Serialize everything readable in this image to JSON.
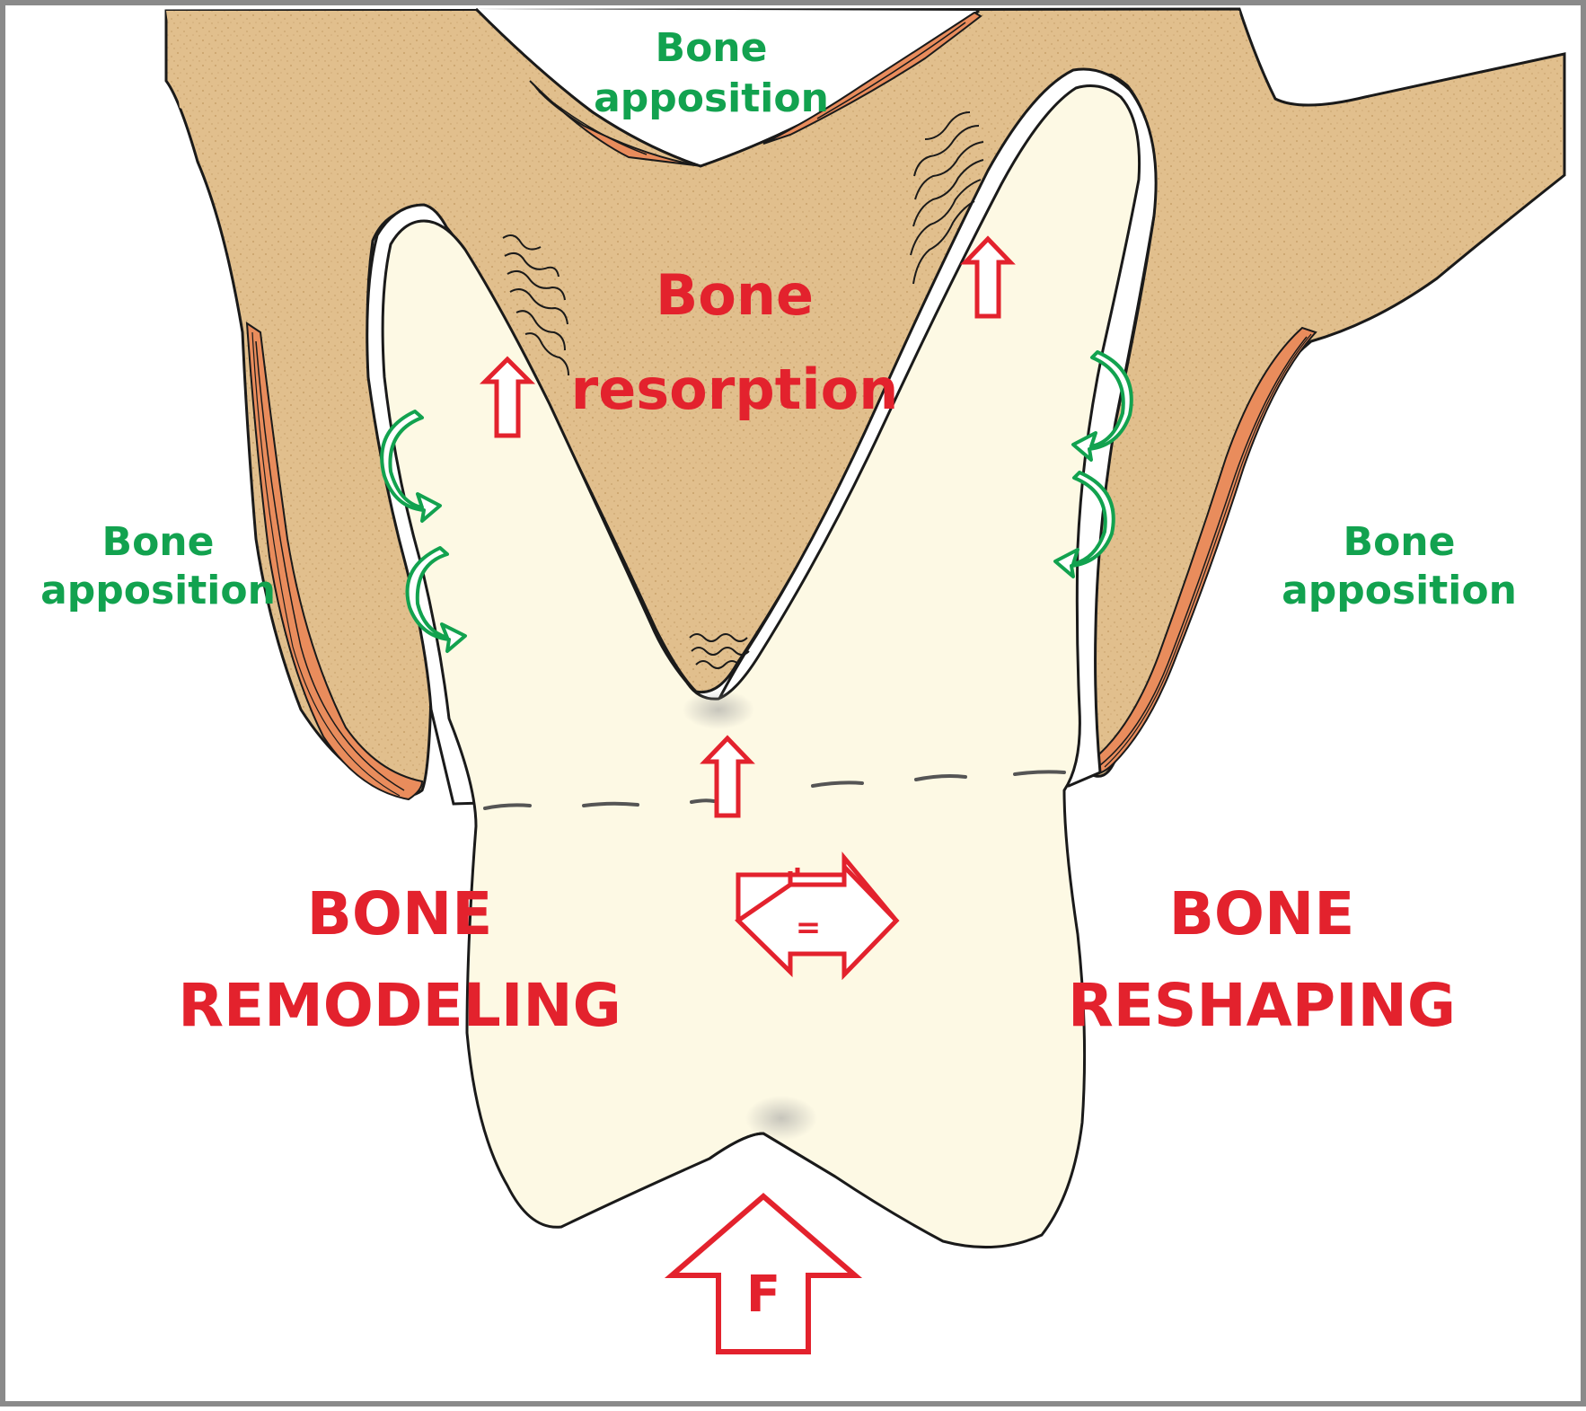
{
  "labels": {
    "apposition_top": [
      "Bone",
      "apposition"
    ],
    "apposition_left": [
      "Bone",
      "apposition"
    ],
    "apposition_right": [
      "Bone",
      "apposition"
    ],
    "resorption": [
      "Bone",
      "resorption"
    ],
    "remodeling": [
      "BONE",
      "REMODELING"
    ],
    "reshaping": [
      "BONE",
      "RESHAPING"
    ],
    "force": "F",
    "equal_mark": "="
  },
  "colors": {
    "bone": "#e1bf8d",
    "bone_speckle": "#c9a06a",
    "tooth": "#fdf9e4",
    "periodontal_space": "#ffffff",
    "outline": "#1a1a1a",
    "cortical_band": "#e98c5c",
    "resorption_red": "#e3222d",
    "apposition_green": "#12a24f"
  },
  "icons": {
    "small_up_arrows": "outline-up-arrow",
    "curved_arrows": "curved-rotation-arrow",
    "double_arrow": "double-headed-horizontal-arrow",
    "force_arrow": "large-outline-up-arrow"
  }
}
